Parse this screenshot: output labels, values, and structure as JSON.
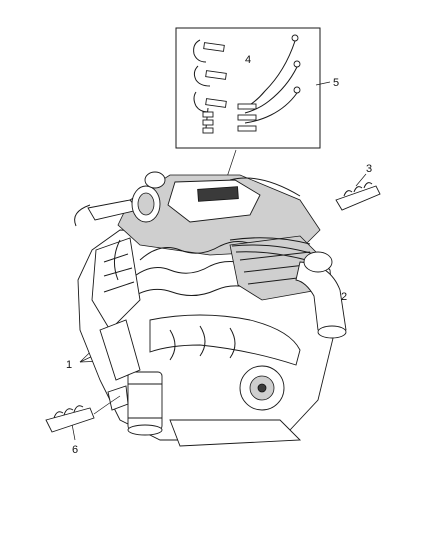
{
  "callouts": [
    "1",
    "2",
    "3",
    "4",
    "5",
    "6"
  ]
}
